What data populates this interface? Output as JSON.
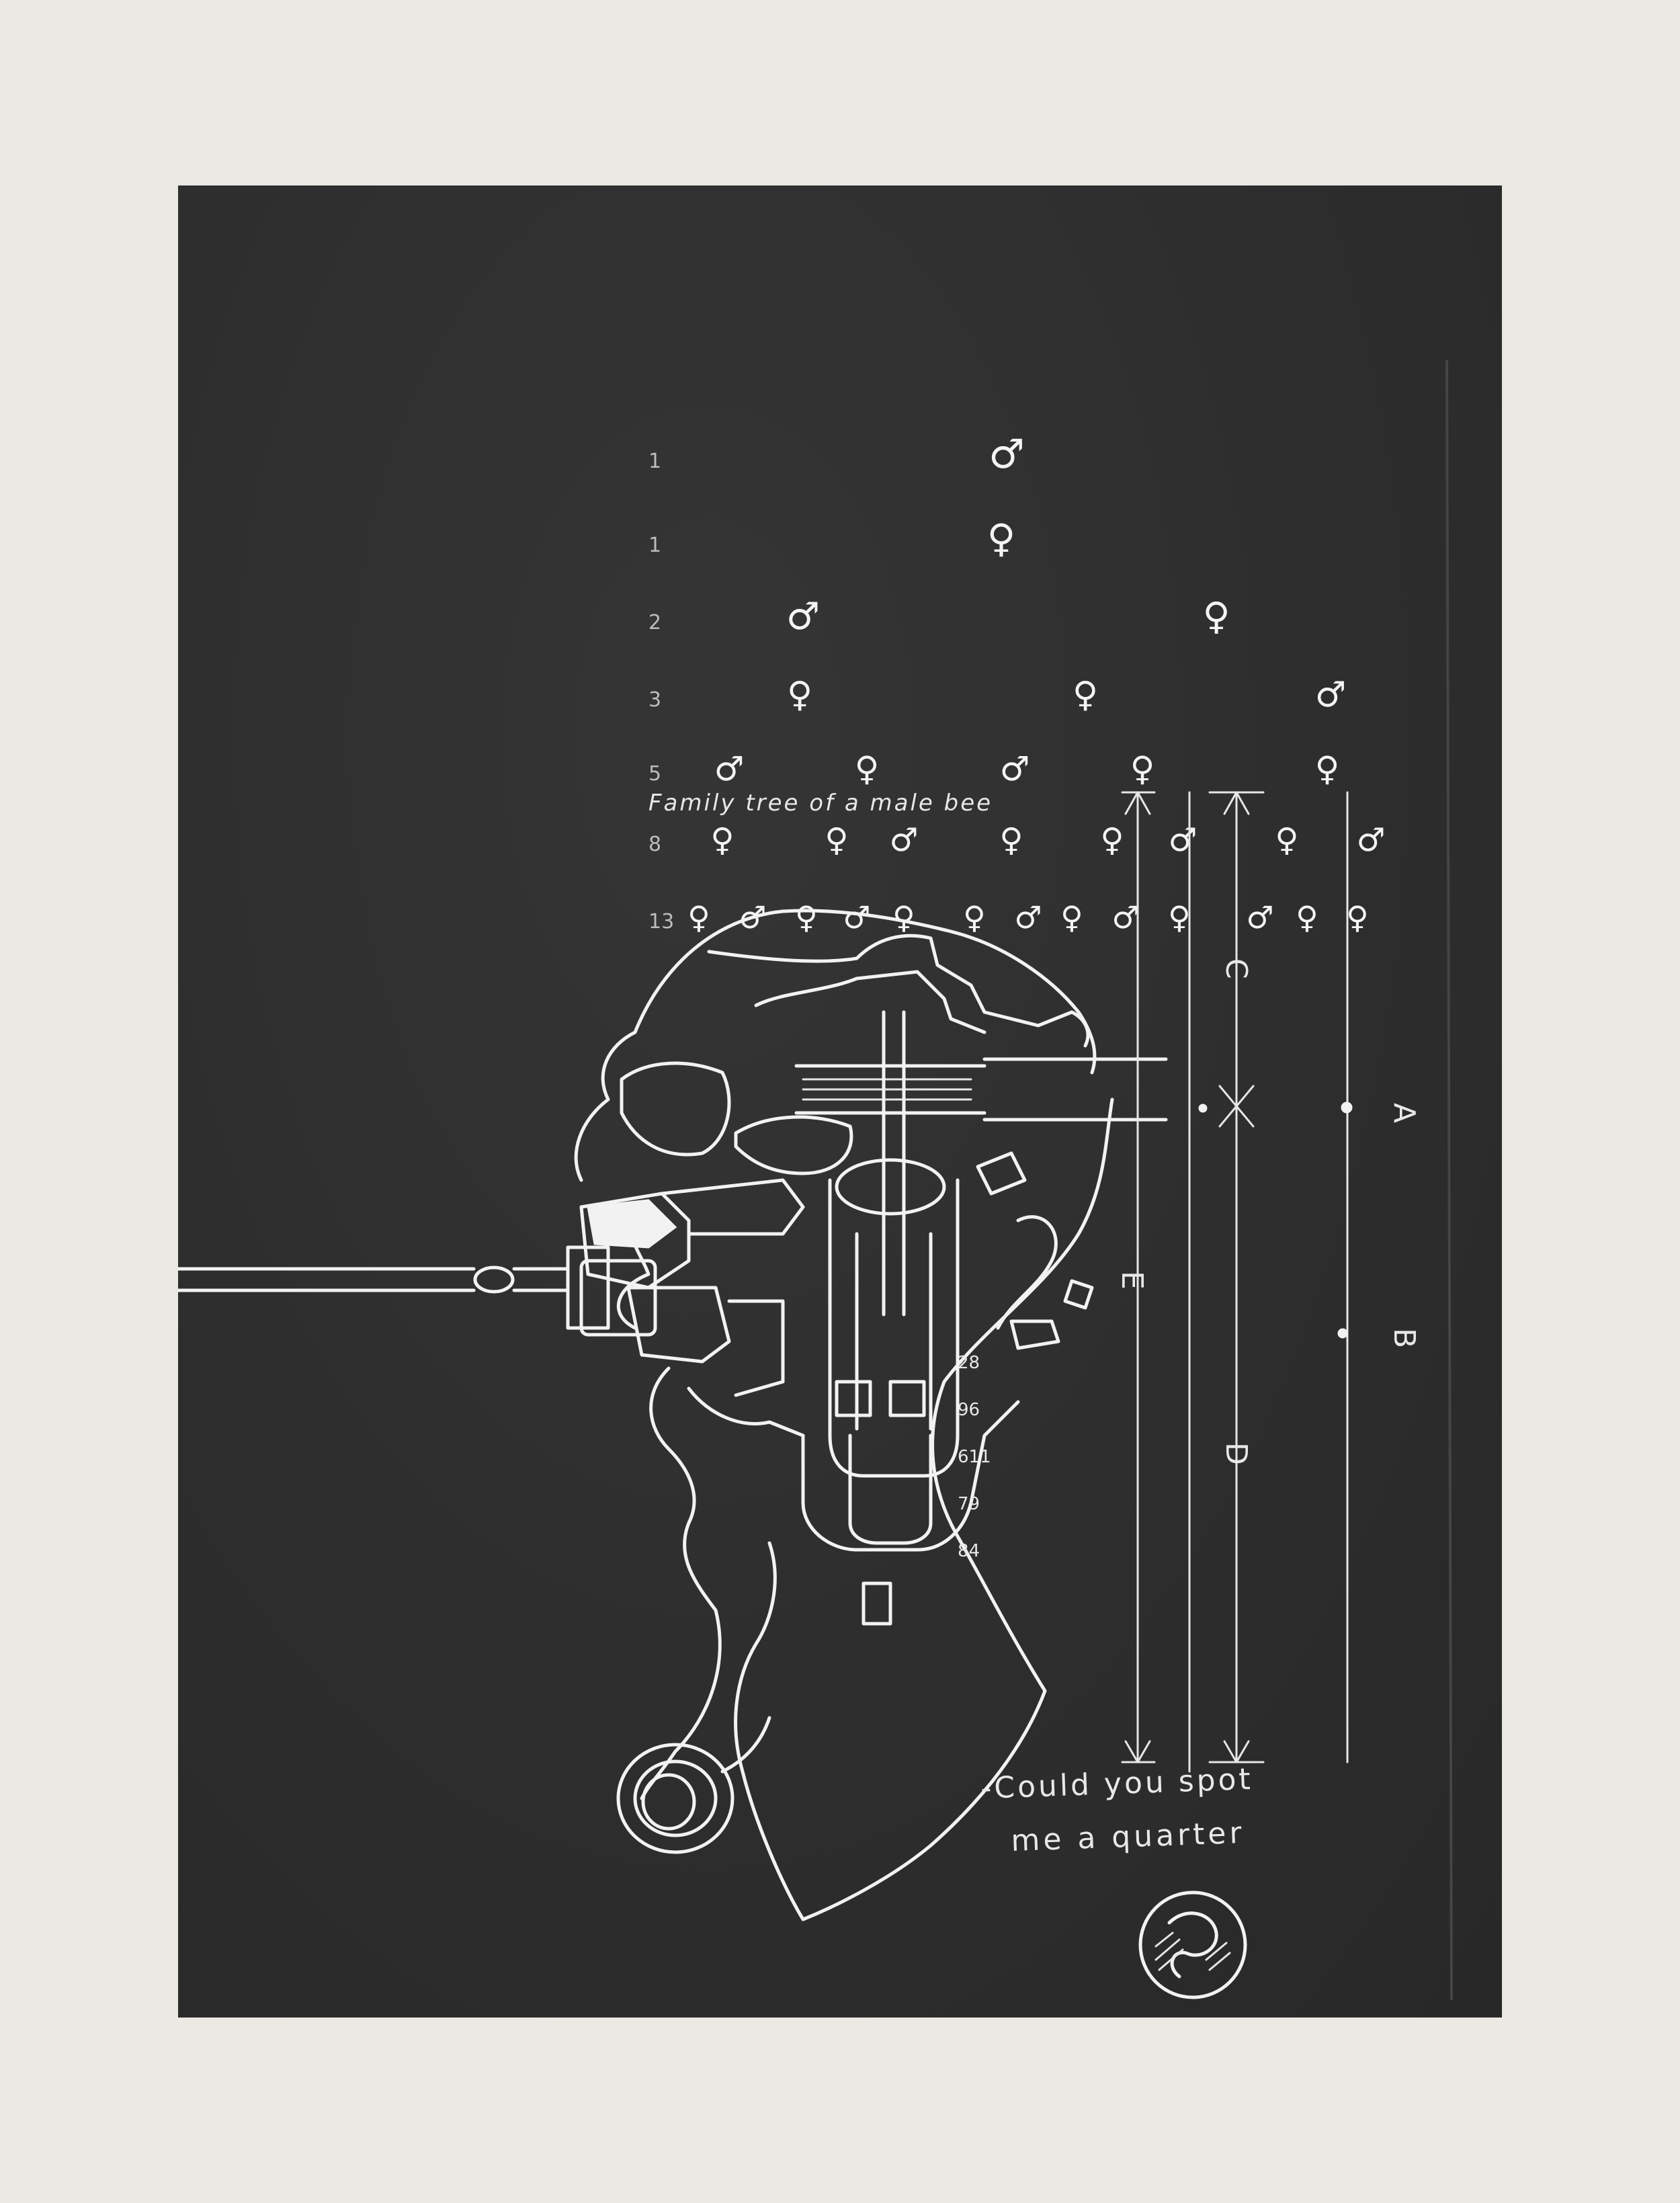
{
  "family_tree": {
    "caption": "Family tree of a male bee",
    "male_symbol": "♂",
    "female_symbol": "♀",
    "rows": [
      {
        "count": "1",
        "symbols": [
          "♂"
        ]
      },
      {
        "count": "1",
        "symbols": [
          "♀"
        ]
      },
      {
        "count": "2",
        "symbols": [
          "♂",
          "♀"
        ]
      },
      {
        "count": "3",
        "symbols": [
          "♀",
          "♀",
          "♂"
        ]
      },
      {
        "count": "5",
        "symbols": [
          "♂",
          "♀",
          "♂",
          "♀",
          "♀"
        ]
      },
      {
        "count": "8",
        "symbols": [
          "♀",
          "♀",
          "♂",
          "♀",
          "♀",
          "♂",
          "♀",
          "♂"
        ]
      },
      {
        "count": "13",
        "symbols": [
          "♀",
          "♂",
          "♀",
          "♂",
          "♀",
          "♀",
          "♂",
          "♀",
          "♂",
          "♀",
          "♂",
          "♀",
          "♀"
        ]
      }
    ]
  },
  "dimension_labels": {
    "a": "A",
    "b": "B",
    "c": "C",
    "d": "D",
    "e": "E"
  },
  "numbers": [
    "28",
    "96",
    "611",
    "79",
    "84"
  ],
  "quote_line1": "-Could you spot",
  "quote_line2": "me a quarter",
  "colors": {
    "paper": "#ebe9e4",
    "board": "#2f2f2f",
    "chalk": "#f2f2f2"
  }
}
